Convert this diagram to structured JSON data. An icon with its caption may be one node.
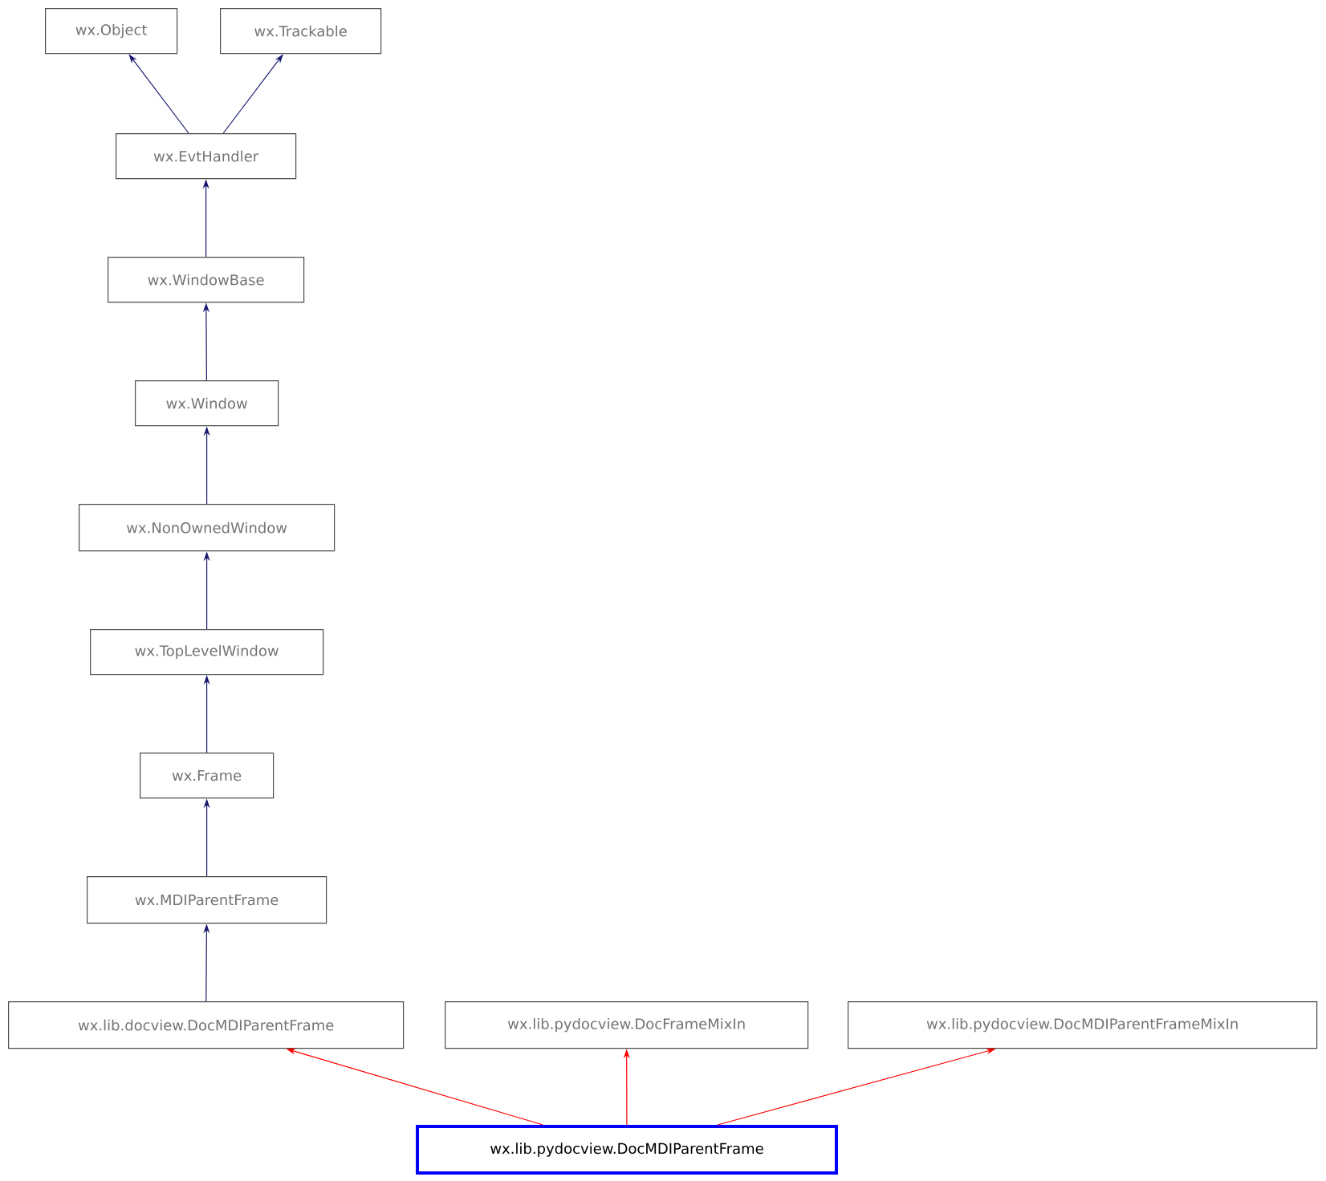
{
  "diagram": {
    "nodes": [
      {
        "text": [
          "wx.Object"
        ]
      },
      {
        "text": [
          "wx.Trackable"
        ]
      },
      {
        "text": [
          "wx.EvtHandler"
        ]
      },
      {
        "text": [
          "wx.WindowBase"
        ]
      },
      {
        "text": [
          "wx.Window"
        ]
      },
      {
        "text": [
          "wx.NonOwnedWindow"
        ]
      },
      {
        "text": [
          "wx.TopLevelWindow"
        ]
      },
      {
        "text": [
          "wx.Frame"
        ]
      },
      {
        "text": [
          "wx.MDIParentFrame"
        ]
      },
      {
        "text": [
          "wx.lib.docview.DocMDIParentFrame"
        ]
      },
      {
        "text": [
          "wx.lib.pydocview.DocFrameMixIn"
        ]
      },
      {
        "text": [
          "wx.lib.pydocview.DocMDIParentFrameMixIn"
        ]
      },
      {
        "text": [
          "wx.lib.pydocview.DocMDIParentFrame"
        ]
      }
    ],
    "edges": [
      {
        "from": 2,
        "to": 0,
        "arrow": "to"
      },
      {
        "from": 2,
        "to": 1,
        "arrow": "to"
      },
      {
        "from": 3,
        "to": 2,
        "arrow": "to"
      },
      {
        "from": 4,
        "to": 3,
        "arrow": "to"
      },
      {
        "from": 5,
        "to": 4,
        "arrow": "to"
      },
      {
        "from": 6,
        "to": 5,
        "arrow": "to"
      },
      {
        "from": 7,
        "to": 6,
        "arrow": "to"
      },
      {
        "from": 8,
        "to": 7,
        "arrow": "to"
      },
      {
        "from": 9,
        "to": 8,
        "arrow": "to"
      },
      {
        "from": 12,
        "to": 9,
        "arrow": "to",
        "color": "#ff0000"
      },
      {
        "from": 12,
        "to": 10,
        "arrow": "to",
        "color": "#ff0000"
      },
      {
        "from": 12,
        "to": 11,
        "arrow": "to",
        "color": "#ff0000"
      }
    ]
  }
}
